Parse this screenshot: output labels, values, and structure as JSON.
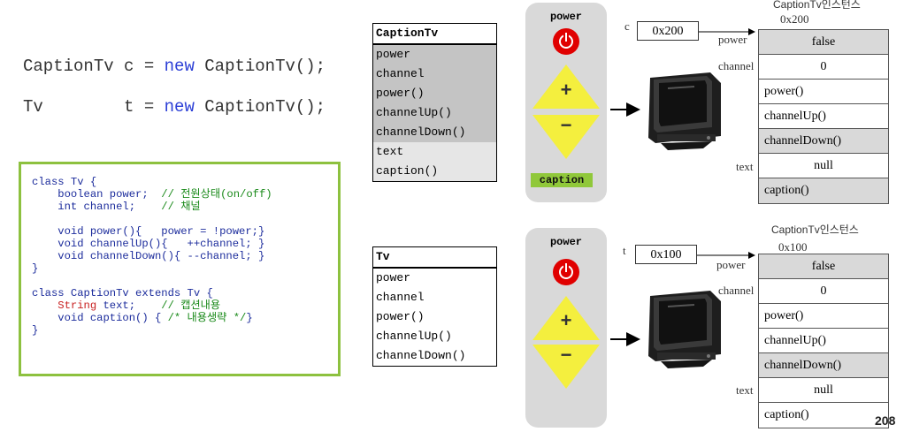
{
  "code_top": {
    "line1_a": "CaptionTv c = ",
    "line1_new": "new",
    "line1_b": " CaptionTv();",
    "line2_a": "Tv        t = ",
    "line2_new": "new",
    "line2_b": " CaptionTv();"
  },
  "code_box": {
    "l1": "class Tv {",
    "l2_code": "    boolean power;  ",
    "l2_comment": "// 전원상태(on/off)",
    "l3_code": "    int channel;    ",
    "l3_comment": "// 채널",
    "l4": "",
    "l5": "    void power(){   power = !power;}",
    "l6": "    void channelUp(){   ++channel; }",
    "l7": "    void channelDown(){ --channel; }",
    "l8": "}",
    "l9": "",
    "l10_kw": "class",
    "l10_rest": " CaptionTv extends Tv {",
    "l11_type": "    String",
    "l11_code": " text;    ",
    "l11_comment": "// 캡션내용",
    "l12_code": "    void caption() { ",
    "l12_comment": "/* 내용생략 */",
    "l12_end": "}",
    "l13": "}"
  },
  "uml_caption": {
    "title": "CaptionTv",
    "rows": [
      "power",
      "channel",
      "power()",
      "channelUp()",
      "channelDown()",
      "text",
      "caption()"
    ]
  },
  "uml_tv": {
    "title": "Tv",
    "rows": [
      "power",
      "channel",
      "power()",
      "channelUp()",
      "channelDown()"
    ]
  },
  "remote_top": {
    "title": "power",
    "plus": "+",
    "minus": "−",
    "caption": "caption"
  },
  "remote_bottom": {
    "title": "power",
    "plus": "+",
    "minus": "−"
  },
  "mem_top": {
    "var": "c",
    "ref": "0x200",
    "heading": "CaptionTv인스턴스",
    "addr": "0x200",
    "labels": {
      "power": "power",
      "channel": "channel",
      "text": "text"
    },
    "cells": [
      "false",
      "0",
      "power()",
      "channelUp()",
      "channelDown()",
      "null",
      "caption()"
    ]
  },
  "mem_bottom": {
    "var": "t",
    "ref": "0x100",
    "heading": "CaptionTv인스턴스",
    "addr": "0x100",
    "labels": {
      "power": "power",
      "channel": "channel",
      "text": "text"
    },
    "cells": [
      "false",
      "0",
      "power()",
      "channelUp()",
      "channelDown()",
      "null",
      "caption()"
    ]
  },
  "page_number": "208",
  "colors": {
    "keyword": "#2c3fd6",
    "comment": "#1a8a1a",
    "string_type": "#c82020",
    "box_border": "#8dc13f",
    "button_yellow": "#f4ef3e",
    "power_red": "#e00000",
    "caption_green": "#90c83a"
  }
}
